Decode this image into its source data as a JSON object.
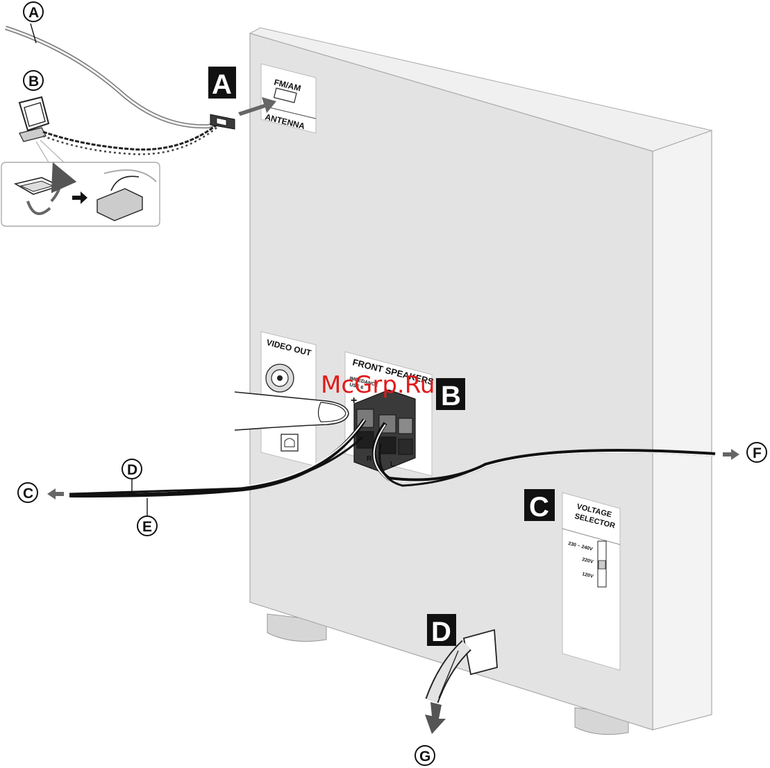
{
  "callouts": {
    "a": "A",
    "b": "B",
    "c": "C",
    "d": "D",
    "e": "E",
    "f": "F",
    "g": "G"
  },
  "steps": {
    "a": "A",
    "b": "B",
    "c": "C",
    "d": "D"
  },
  "antenna_panel": {
    "top_label": "FM/AM",
    "bottom_label": "ANTENNA"
  },
  "video_panel": {
    "label": "VIDEO OUT"
  },
  "speaker_panel": {
    "label": "FRONT SPEAKERS",
    "impedance_line1": "IMPEDANCE",
    "impedance_line2": "USE 6",
    "plus": "+",
    "right": "R",
    "left": "L"
  },
  "voltage_panel": {
    "line1": "VOLTAGE",
    "line2": "SELECTOR",
    "options": [
      "230 ~ 240V",
      "220V",
      "120V"
    ]
  },
  "watermark": "McGrp.Ru",
  "colors": {
    "unit_face": "#e3e3e3",
    "unit_side": "#f1f1f1",
    "step_box": "#111111",
    "watermark": "#e21a1a"
  }
}
